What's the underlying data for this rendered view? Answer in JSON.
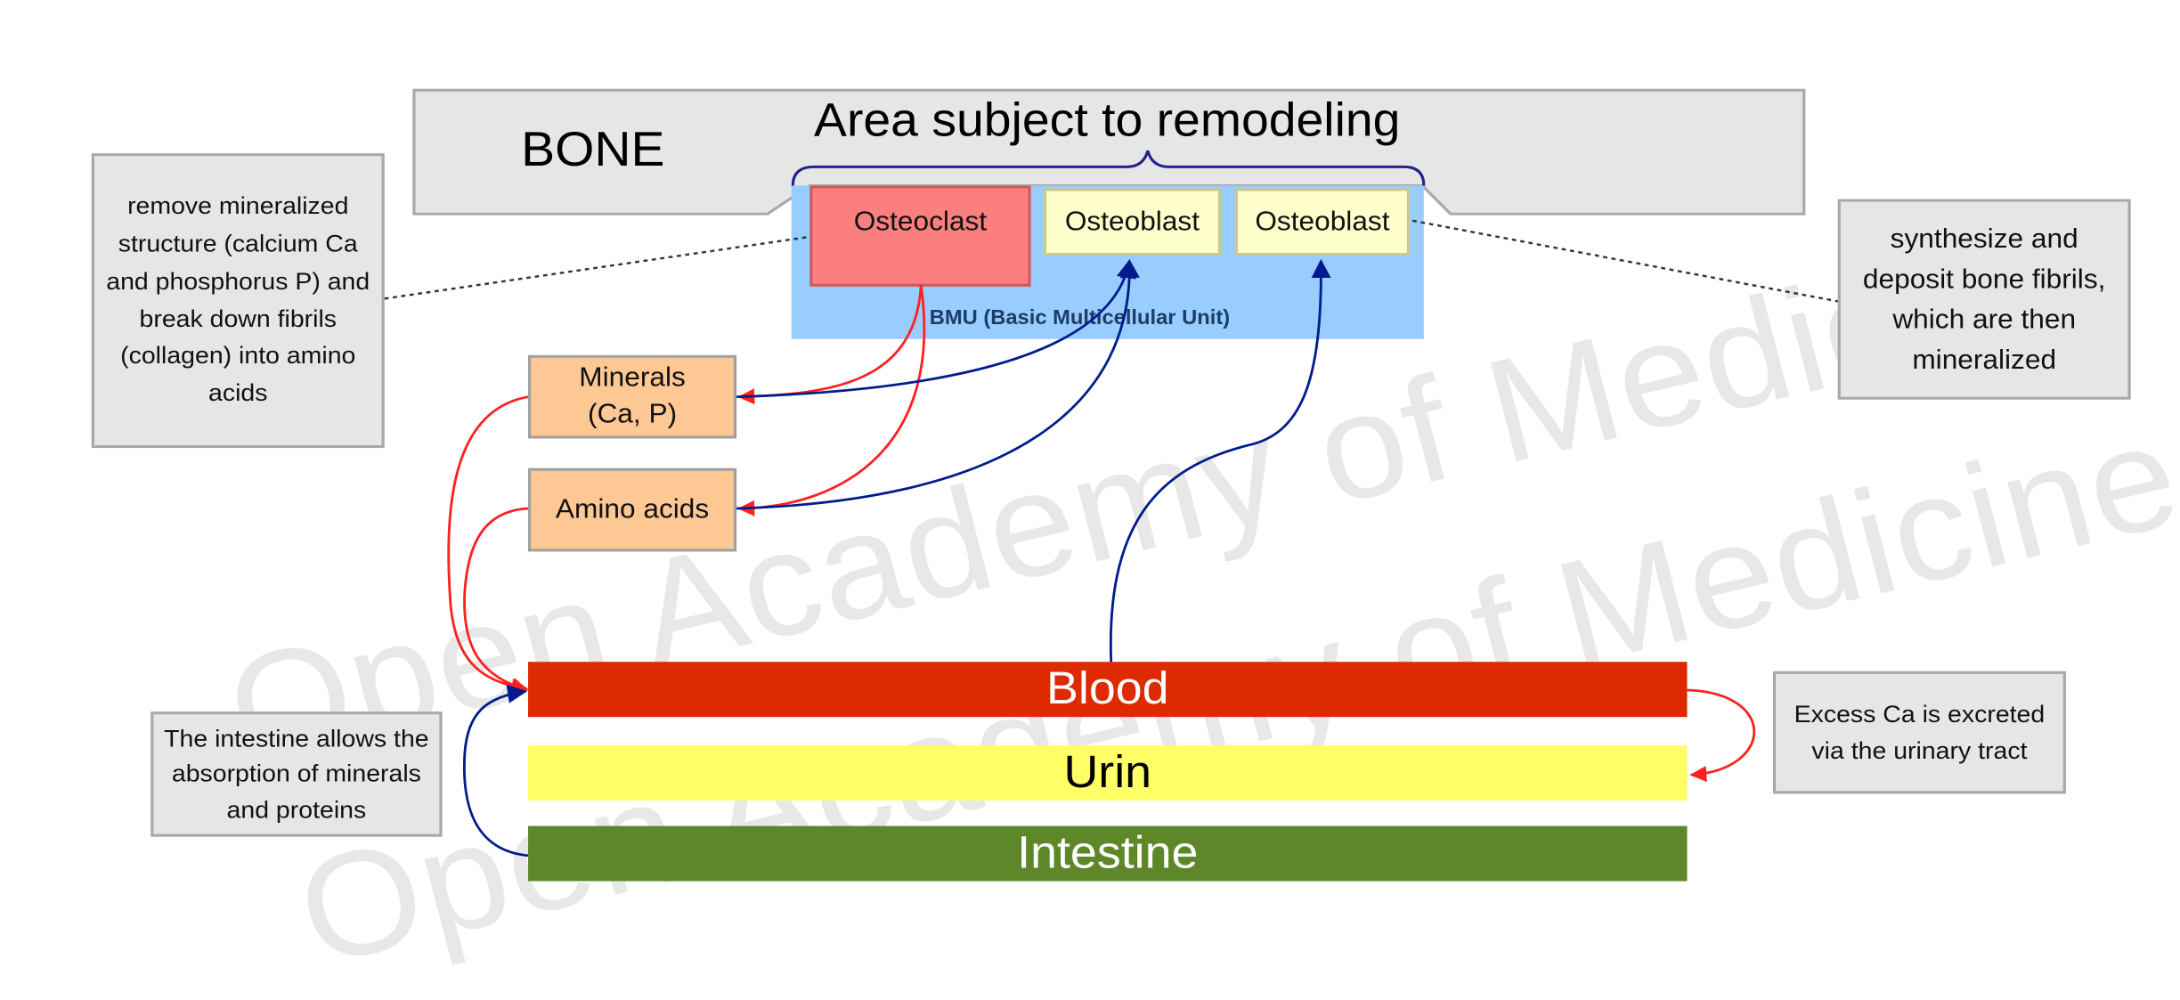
{
  "watermark": {
    "line1": "Open Academy of Medicine",
    "line2": "Open Academy of Medicine"
  },
  "bone": {
    "label": "BONE",
    "area_title": "Area subject to remodeling"
  },
  "bmu": {
    "label": "BMU (Basic Multicellular Unit)"
  },
  "cells": {
    "osteoclast": "Osteoclast",
    "osteoblast_1": "Osteoblast",
    "osteoblast_2": "Osteoblast"
  },
  "products": {
    "minerals": "Minerals\n(Ca, P)",
    "amino_acids": "Amino acids"
  },
  "notes": {
    "osteoclast_role": "remove mineralized structure (calcium Ca and phosphorus P) and break down fibrils (collagen) into amino acids",
    "osteoblast_role": "synthesize and deposit bone fibrils, which are then mineralized",
    "intestine_role": "The intestine allows the absorption of minerals and proteins",
    "excretion": "Excess Ca is excreted via the urinary tract"
  },
  "compartments": {
    "blood": "Blood",
    "urine": "Urin",
    "intestine": "Intestine"
  },
  "colors": {
    "blood": "#dd2a00",
    "urine": "#ffff66",
    "intestine": "#5e8729",
    "osteoclast": "#fb7f7f",
    "osteoblast": "#ffffcc",
    "bmu": "#99ccff",
    "product": "#fdc894",
    "red_arrow": "#ff2020",
    "blue_arrow": "#001c8c"
  }
}
